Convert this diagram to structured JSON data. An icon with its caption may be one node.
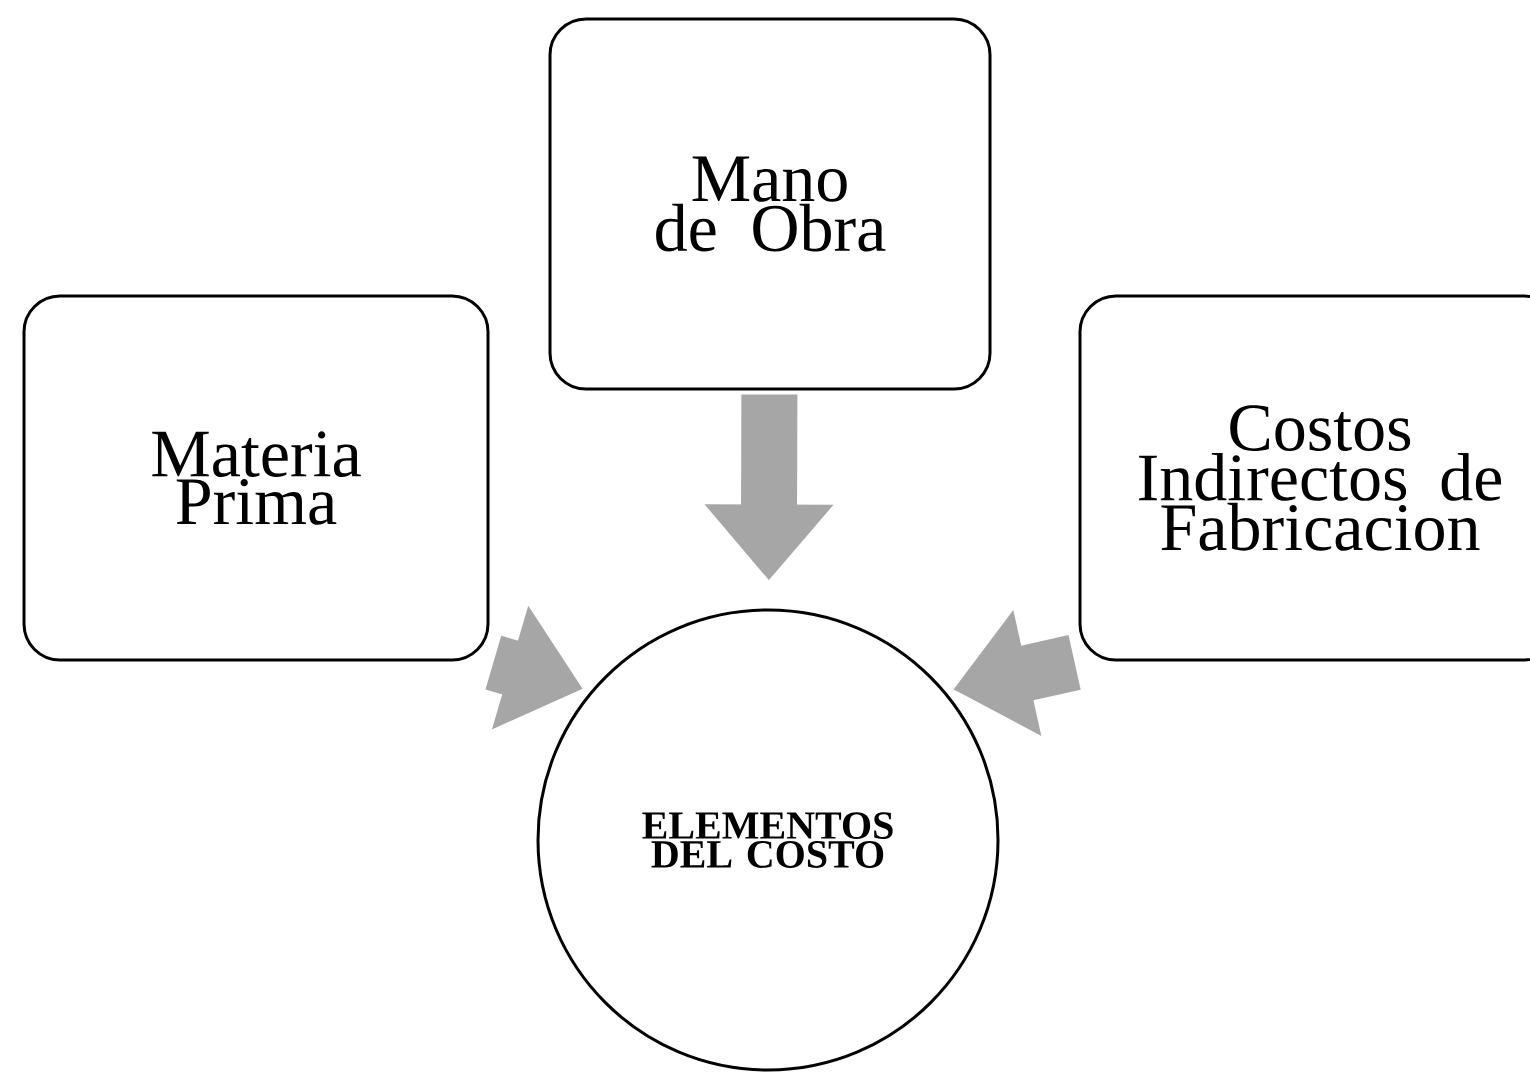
{
  "diagram": {
    "nodes": [
      {
        "text": [
          "Materia Prima"
        ]
      },
      {
        "text": [
          "Mano de Obra"
        ]
      },
      {
        "text": [
          "Costos Indirectos de Fabricacion"
        ]
      },
      {
        "text": [
          "ELEMENTOS DEL COSTO"
        ]
      }
    ],
    "edges": [
      {
        "from": 0,
        "to": 3,
        "arrow": "to"
      },
      {
        "from": 1,
        "to": 3,
        "arrow": "to"
      },
      {
        "from": 2,
        "to": 3,
        "arrow": "to"
      }
    ]
  }
}
